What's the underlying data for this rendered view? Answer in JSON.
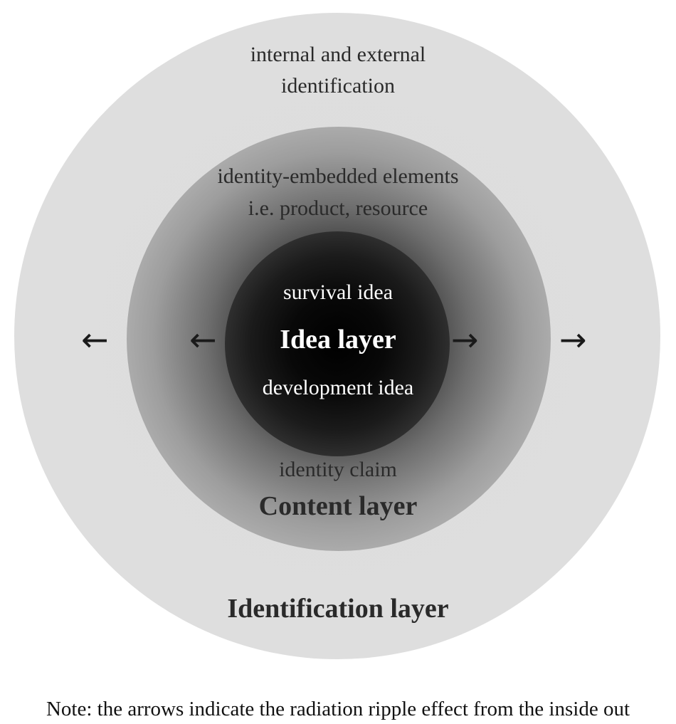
{
  "layers": {
    "outer": {
      "lines": [
        "internal and external",
        "identification"
      ],
      "name": "Identification layer"
    },
    "middle": {
      "lines": [
        "identity-embedded elements",
        "i.e. product, resource"
      ],
      "claim": "identity claim",
      "name": "Content layer"
    },
    "inner": {
      "top": "survival idea",
      "name": "Idea layer",
      "bottom": "development idea"
    }
  },
  "arrows": {
    "left_outer": "←",
    "left_inner": "←",
    "right_inner": "→",
    "right_outer": "→"
  },
  "note": "Note: the arrows indicate the radiation ripple effect from the inside out",
  "colors": {
    "outer_fill": "#dcdcdc",
    "middle_edge": "#d2d2d2",
    "inner_core": "#000000",
    "text_dark": "#2a2a2a",
    "text_light": "#ffffff"
  }
}
